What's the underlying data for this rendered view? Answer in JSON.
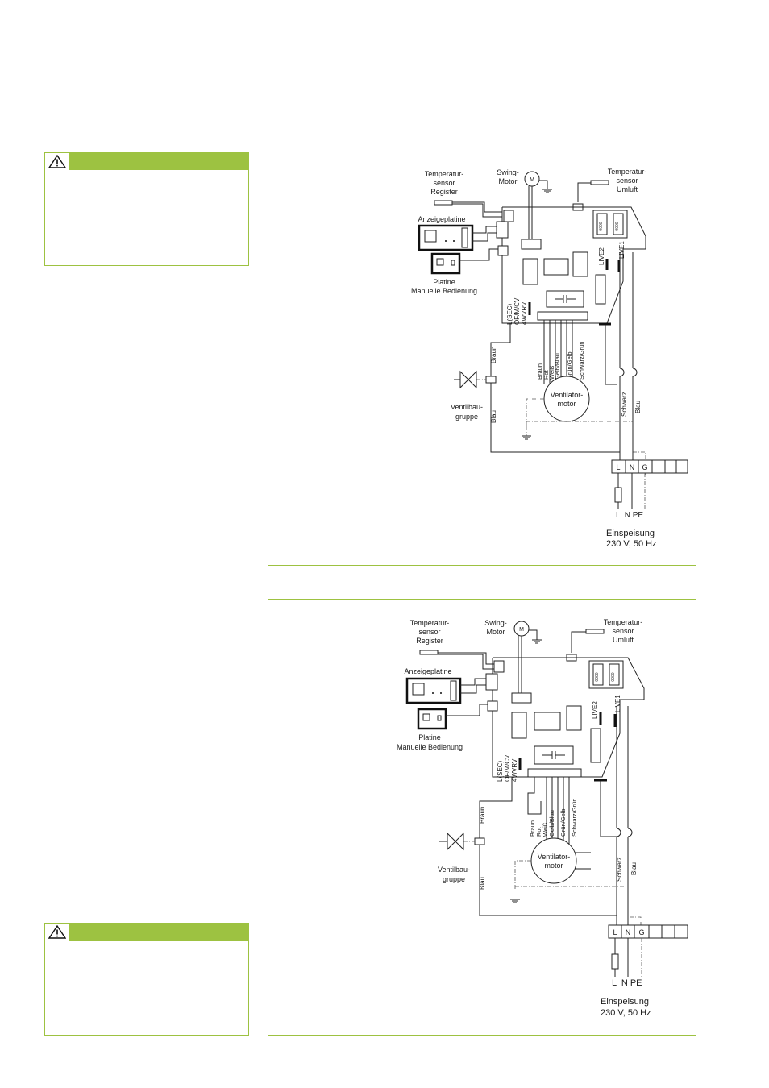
{
  "warnings": [
    {
      "icon": "warning-triangle-icon"
    },
    {
      "icon": "warning-triangle-icon"
    }
  ],
  "diagrams": [
    {
      "temp_register": [
        "Temperatur-",
        "sensor",
        "Register"
      ],
      "swing_motor": [
        "Swing-",
        "Motor"
      ],
      "motor_symbol": "M",
      "temp_umluft": [
        "Temperatur-",
        "sensor",
        "Umluft"
      ],
      "display_board": "Anzeigeplatine",
      "manual_board": [
        "Platine",
        "Manuelle Bedienung"
      ],
      "live2": "LIVE2",
      "live1": "LIVE1",
      "mode_labels": [
        "L(SEC)",
        "OF/M/CV",
        "4WVRV"
      ],
      "wire_braun": "Braun",
      "wire_blau": "Blau",
      "valve": [
        "Ventilbau-",
        "gruppe"
      ],
      "fan_wires": [
        "Braun",
        "Rot",
        "Weiß",
        "Gelb/Blau",
        "Grün/Gelb",
        "Schwarz/Grün"
      ],
      "fan_motor": [
        "Ventilator-",
        "motor"
      ],
      "wire_schwarz": "Schwarz",
      "wire_blau2": "Blau",
      "terminals": [
        "L",
        "N",
        "G"
      ],
      "supply_labels": "L  N PE",
      "supply": [
        "Einspeisung",
        "230 V, 50 Hz"
      ]
    },
    {
      "temp_register": [
        "Temperatur-",
        "sensor",
        "Register"
      ],
      "swing_motor": [
        "Swing-",
        "Motor"
      ],
      "motor_symbol": "M",
      "temp_umluft": [
        "Temperatur-",
        "sensor",
        "Umluft"
      ],
      "display_board": "Anzeigeplatine",
      "manual_board": [
        "Platine",
        "Manuelle Bedienung"
      ],
      "live2": "LIVE2",
      "live1": "LIVE1",
      "mode_labels": [
        "L(SEC)",
        "OF/M/CV",
        "4WVRV"
      ],
      "wire_braun": "Braun",
      "wire_blau": "Blau",
      "valve": [
        "Ventilbau-",
        "gruppe"
      ],
      "fan_wires": [
        "Braun",
        "Rot",
        "Weiß",
        "Gelb/Blau",
        "Grün/Gelb",
        "Schwarz/Grün"
      ],
      "fan_motor": [
        "Ventilator-",
        "motor"
      ],
      "wire_schwarz": "Schwarz",
      "wire_blau2": "Blau",
      "terminals": [
        "L",
        "N",
        "G"
      ],
      "supply_labels": "L  N PE",
      "supply": [
        "Einspeisung",
        "230 V, 50 Hz"
      ]
    }
  ]
}
